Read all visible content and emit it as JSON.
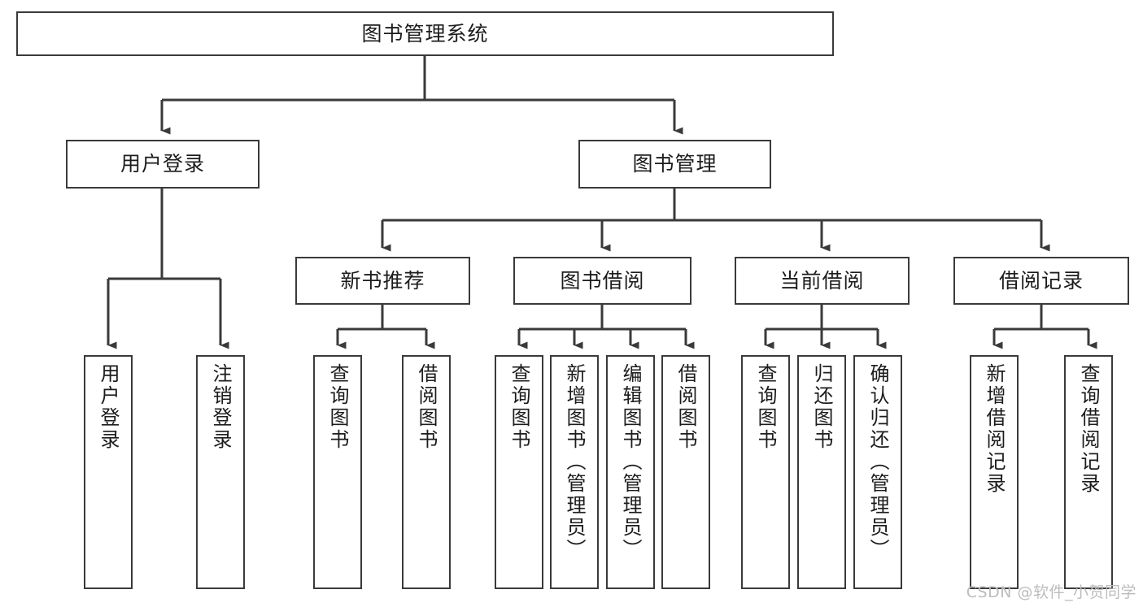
{
  "diagram": {
    "title_node": {
      "id": "root",
      "label": "图书管理系统"
    },
    "level2": [
      {
        "id": "login",
        "label": "用户登录"
      },
      {
        "id": "bookmgmt",
        "label": "图书管理"
      }
    ],
    "level3": [
      {
        "id": "newbook",
        "label": "新书推荐"
      },
      {
        "id": "borrow",
        "label": "图书借阅"
      },
      {
        "id": "current",
        "label": "当前借阅"
      },
      {
        "id": "records",
        "label": "借阅记录"
      }
    ],
    "leaves": {
      "login": [
        {
          "id": "user-login",
          "label": "用户登录"
        },
        {
          "id": "user-logout",
          "label": "注销登录"
        }
      ],
      "newbook": [
        {
          "id": "query-book-1",
          "label": "查询图书"
        },
        {
          "id": "borrow-book-1",
          "label": "借阅图书"
        }
      ],
      "borrow": [
        {
          "id": "query-book-2",
          "label": "查询图书"
        },
        {
          "id": "add-book",
          "label": "新增图书（管理员）"
        },
        {
          "id": "edit-book",
          "label": "编辑图书（管理员）"
        },
        {
          "id": "borrow-book-2",
          "label": "借阅图书"
        }
      ],
      "current": [
        {
          "id": "query-book-3",
          "label": "查询图书"
        },
        {
          "id": "return-book",
          "label": "归还图书"
        },
        {
          "id": "confirm-return",
          "label": "确认归还（管理员）"
        }
      ],
      "records": [
        {
          "id": "add-record",
          "label": "新增借阅记录"
        },
        {
          "id": "query-record",
          "label": "查询借阅记录"
        }
      ]
    }
  },
  "watermark": {
    "text": "CSDN @软件_小贺同学"
  },
  "colors": {
    "stroke": "#3a3a3a",
    "background": "#ffffff",
    "text": "#1c1c1c",
    "watermark": "#bcbcbc"
  }
}
